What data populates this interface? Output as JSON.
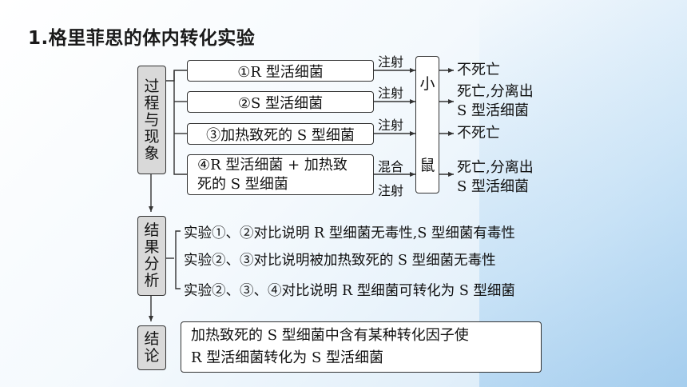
{
  "title": "1.格里菲思的体内转化实验",
  "process": {
    "label": [
      "过",
      "程",
      "与",
      "现",
      "象"
    ],
    "experiments": [
      {
        "text": "①R 型活细菌"
      },
      {
        "text": "②S 型活细菌"
      },
      {
        "text": "③加热致死的 S 型细菌"
      },
      {
        "line1": "④R 型活细菌 + 加热致",
        "line2": "死的 S 型细菌"
      }
    ],
    "inject_labels": [
      "注射",
      "注射",
      "注射",
      "混合",
      "注射"
    ],
    "mouse": [
      "小",
      "鼠"
    ],
    "outcomes": [
      {
        "text": "不死亡"
      },
      {
        "line1": "死亡,分离出",
        "line2": "S 型活细菌"
      },
      {
        "text": "不死亡"
      },
      {
        "line1": "死亡,分离出",
        "line2": "S 型活细菌"
      }
    ]
  },
  "analysis": {
    "label": [
      "结",
      "果",
      "分",
      "析"
    ],
    "items": [
      "实验①、②对比说明 R 型细菌无毒性,S 型细菌有毒性",
      "实验②、③对比说明被加热致死的 S 型细菌无毒性",
      "实验②、③、④对比说明 R 型细菌可转化为 S 型细菌"
    ]
  },
  "conclusion": {
    "label": [
      "结",
      "论"
    ],
    "line1": "加热致死的 S 型细菌中含有某种转化因子使",
    "line2": "R 型活细菌转化为 S 型活细菌"
  }
}
